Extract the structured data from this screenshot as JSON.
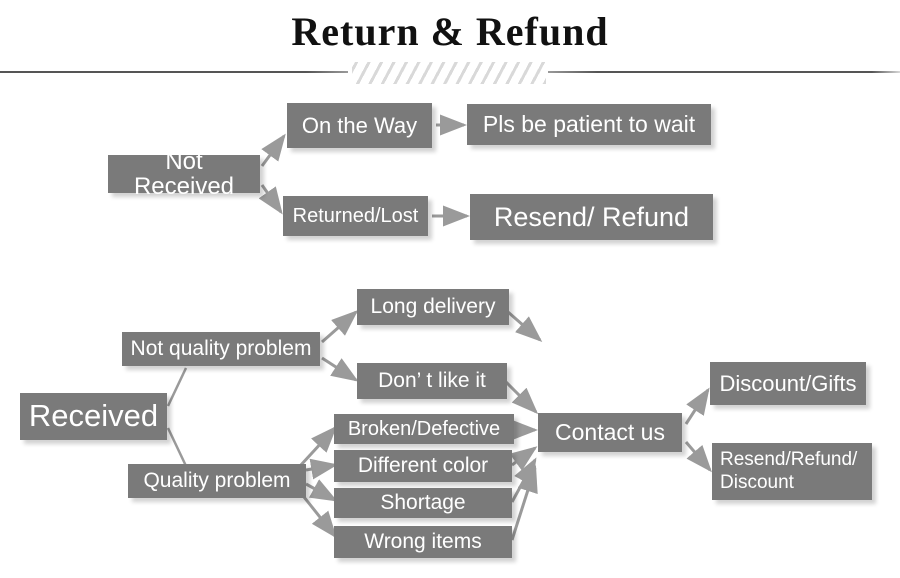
{
  "page": {
    "title": "Return & Refund",
    "box_color": "#7a7a7a",
    "text_color": "#ffffff",
    "arrow_color": "#9a9a9a",
    "rule_color": "#4c4c4c",
    "hatch_color": "#d9d9d9"
  },
  "diagram": {
    "type": "flowchart",
    "sections": [
      {
        "name": "not-received",
        "root": "Not Received",
        "branches": [
          {
            "condition": "On the Way",
            "outcome": "Pls be patient to wait"
          },
          {
            "condition": "Returned/Lost",
            "outcome": "Resend/ Refund"
          }
        ]
      },
      {
        "name": "received",
        "root": "Received",
        "branches": [
          {
            "condition": "Not quality problem",
            "reasons": [
              "Long delivery",
              "Don’  t like it"
            ]
          },
          {
            "condition": "Quality problem",
            "reasons": [
              "Broken/Defective",
              "Different color",
              "Shortage",
              "Wrong items"
            ]
          }
        ],
        "hub": "Contact us",
        "outcomes": [
          "Discount/Gifts",
          "Resend/Refund/\nDiscount"
        ]
      }
    ]
  },
  "nodes": {
    "not_received": "Not Received",
    "on_the_way": "On the Way",
    "pls_be_patient": "Pls be patient to wait",
    "returned_lost": "Returned/Lost",
    "resend_refund": "Resend/ Refund",
    "received": "Received",
    "not_quality_problem": "Not quality problem",
    "quality_problem": "Quality problem",
    "long_delivery": "Long delivery",
    "dont_like_it": "Don’  t like it",
    "broken_defective": "Broken/Defective",
    "different_color": "Different color",
    "shortage": "Shortage",
    "wrong_items": "Wrong items",
    "contact_us": "Contact us",
    "discount_gifts": "Discount/Gifts",
    "resend_refund_discount": "Resend/Refund/\nDiscount"
  }
}
